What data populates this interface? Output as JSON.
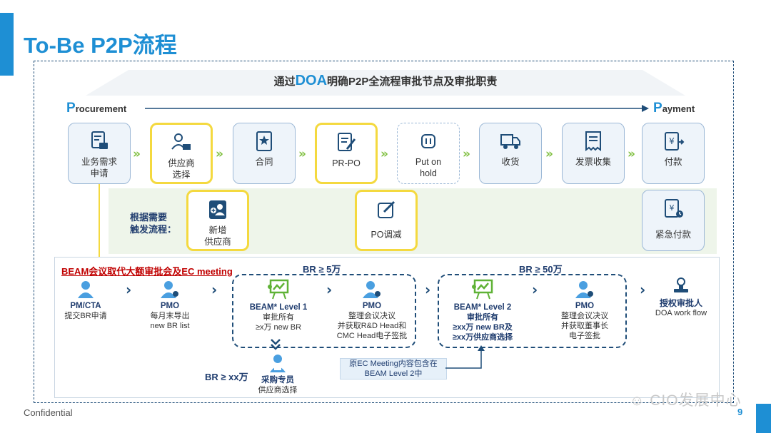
{
  "page": {
    "title": "To-Be P2P流程",
    "banner": {
      "prefix": "通过",
      "emphasis": "DOA",
      "suffix": "明确P2P全流程审批节点及审批职责"
    },
    "phase_start": {
      "cap": "P",
      "rest": "rocurement"
    },
    "phase_end": {
      "cap": "P",
      "rest": "ayment"
    },
    "steps": [
      {
        "label": "业务需求\n申请",
        "icon": "document-cart-icon",
        "highlight": false
      },
      {
        "label": "供应商\n选择",
        "icon": "supplier-cart-icon",
        "highlight": true
      },
      {
        "label": "合同",
        "icon": "contract-icon",
        "highlight": false
      },
      {
        "label": "PR-PO",
        "icon": "edit-document-icon",
        "highlight": true
      },
      {
        "label": "Put on\nhold",
        "icon": "pause-icon",
        "highlight": false,
        "dashed": true
      },
      {
        "label": "收货",
        "icon": "delivery-truck-icon",
        "highlight": false
      },
      {
        "label": "发票收集",
        "icon": "invoice-icon",
        "highlight": false
      },
      {
        "label": "付款",
        "icon": "payment-icon",
        "highlight": false
      }
    ],
    "trigger_label": "根据需要\n触发流程：",
    "trigger_steps": [
      {
        "label": "新增\n供应商",
        "icon": "add-supplier-icon"
      },
      {
        "label": "PO调减",
        "icon": "edit-icon"
      },
      {
        "label": "紧急付款",
        "icon": "urgent-payment-icon"
      }
    ],
    "lower": {
      "beam_title": "BEAM会议取代大额审批会及EC meeting",
      "br1": "BR ≥ 5万",
      "br2": "BR ≥ 50万",
      "br3": "BR ≥ xx万",
      "nodes": {
        "pmcta": {
          "title": "PM/CTA",
          "desc": "提交BR申请"
        },
        "pmo1": {
          "title": "PMO",
          "desc": "每月末导出\nnew BR list"
        },
        "beam1": {
          "title": "BEAM* Level 1",
          "desc": "审批所有\n≥x万 new BR"
        },
        "pmo2": {
          "title": "PMO",
          "desc": "整理会议决议\n并获取R&D Head和\nCMC Head电子签批"
        },
        "beam2": {
          "title": "BEAM* Level 2",
          "desc": "审批所有\n≥xx万 new BR及\n≥xx万供应商选择"
        },
        "pmo3": {
          "title": "PMO",
          "desc": "整理会议决议\n并获取董事长\n电子签批"
        },
        "auth": {
          "title": "授权审批人",
          "desc": "DOA work flow"
        },
        "buyer": {
          "title": "采购专员",
          "desc": "供应商选择"
        }
      },
      "note": "原EC Meeting内容包含在\nBEAM Level 2中"
    },
    "footer": {
      "confidential": "Confidential",
      "page_number": "9",
      "watermark": "CIO发展中心"
    },
    "colors": {
      "accent": "#1e8fd4",
      "highlight": "#f4d93f",
      "arrow_green": "#7fbf3f",
      "navy": "#1f4d78",
      "red": "#c00000"
    }
  }
}
